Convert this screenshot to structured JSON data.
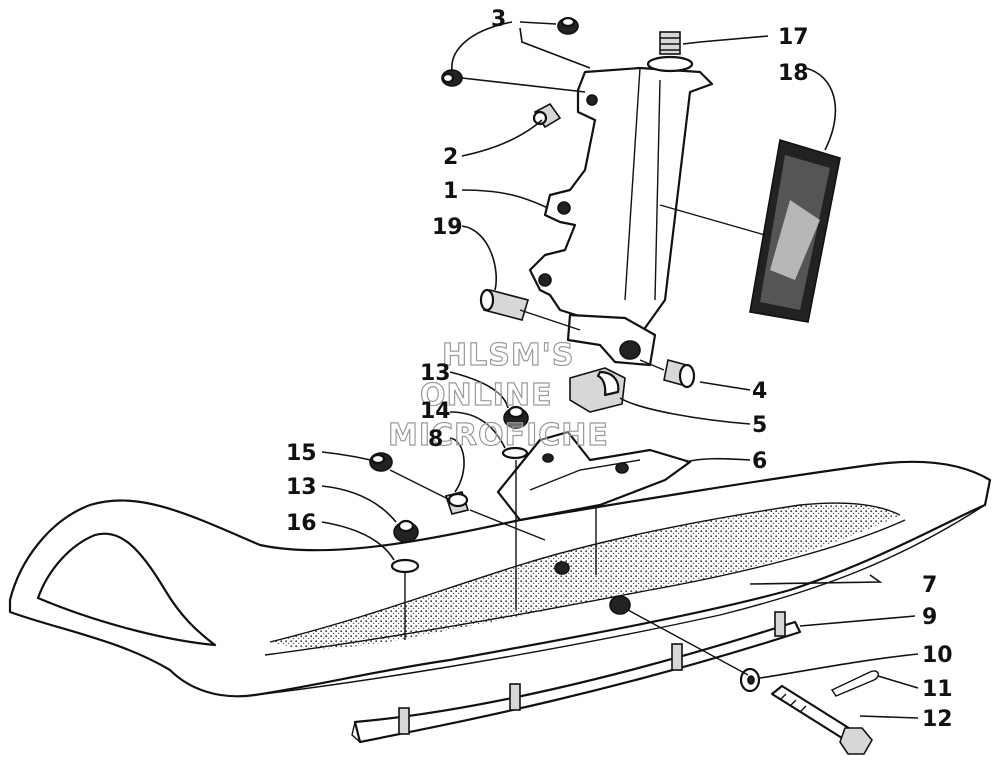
{
  "diagram": {
    "part_numbers": [
      "1",
      "2",
      "3",
      "4",
      "5",
      "6",
      "7",
      "8",
      "9",
      "10",
      "11",
      "12",
      "13",
      "14",
      "15",
      "16",
      "17",
      "18",
      "19"
    ],
    "labels": {
      "p1": "1",
      "p2": "2",
      "p3": "3",
      "p4": "4",
      "p5": "5",
      "p6": "6",
      "p7": "7",
      "p8": "8",
      "p9": "9",
      "p10": "10",
      "p11": "11",
      "p12": "12",
      "p13a": "13",
      "p13b": "13",
      "p14": "14",
      "p15": "15",
      "p16": "16",
      "p17": "17",
      "p18": "18",
      "p19": "19"
    },
    "watermark": [
      "HLSM'S",
      "ONLINE",
      "MICROFICHE"
    ]
  }
}
